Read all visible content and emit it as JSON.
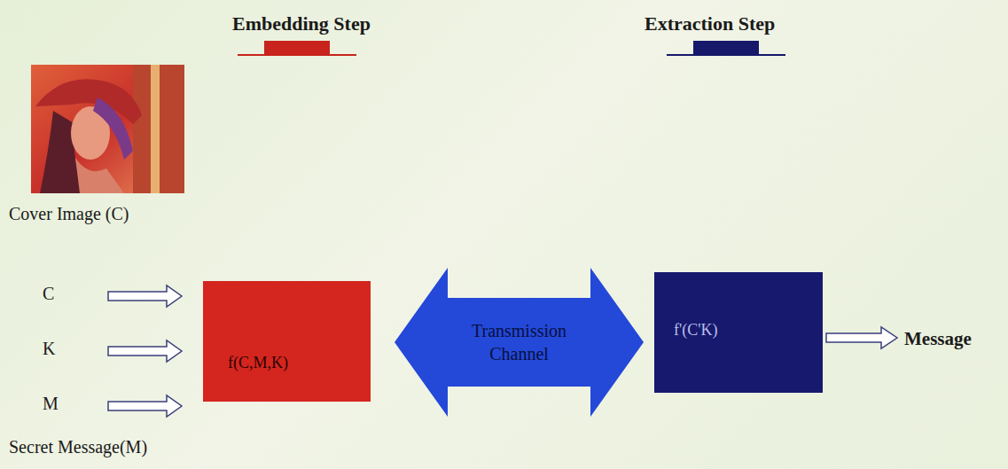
{
  "diagram": {
    "nodes": [
      {
        "text": [
          "f(C,M,K)"
        ]
      },
      {
        "text": [
          "Transmission Channel"
        ]
      },
      {
        "text": [
          "f'(C'K)"
        ]
      }
    ],
    "labels": [
      "Cover Image (C)",
      "C",
      "K",
      "M",
      "Message",
      "Secret Message(M)"
    ],
    "legend": [
      {
        "text": "Embedding Step",
        "color": "#c8231c"
      },
      {
        "text": "Extraction Step",
        "color": "#16186a"
      }
    ]
  }
}
